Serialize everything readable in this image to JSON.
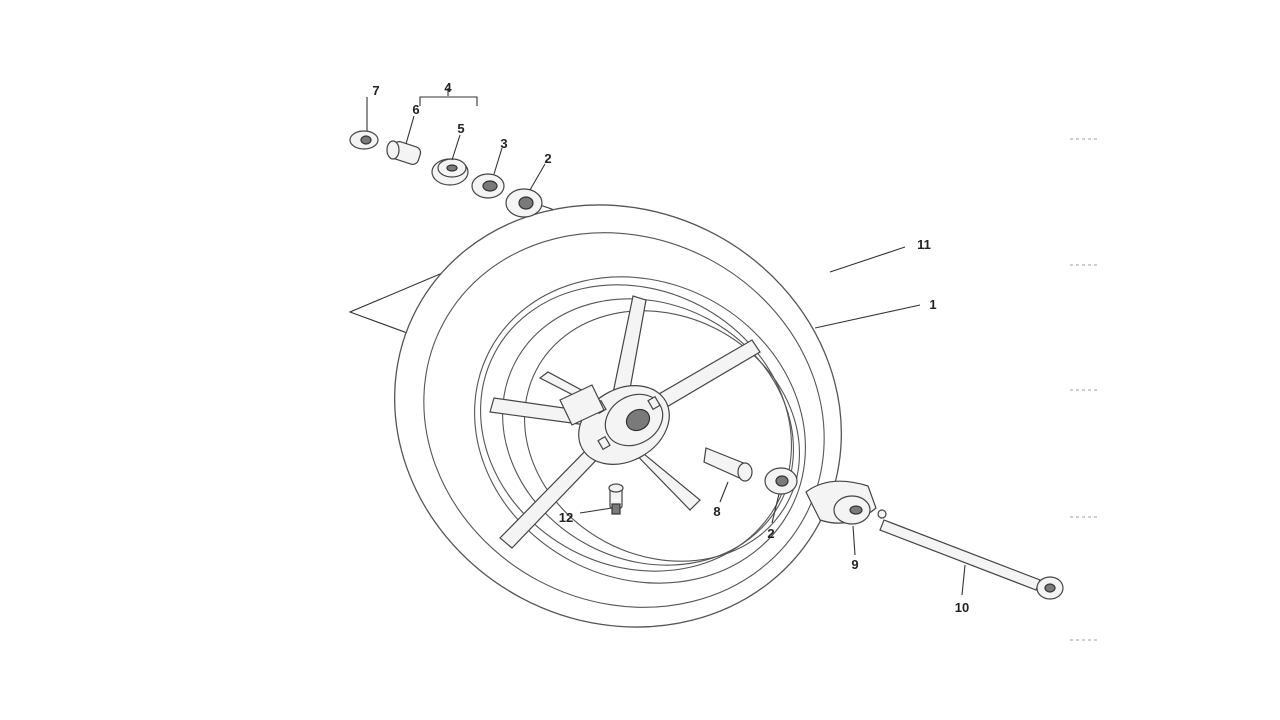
{
  "diagram": {
    "callouts": {
      "c1": "1",
      "c2a": "2",
      "c2b": "2",
      "c3": "3",
      "c4": "4",
      "c5": "5",
      "c6": "6",
      "c7": "7",
      "c8": "8",
      "c9": "9",
      "c10": "10",
      "c11": "11",
      "c12": "12"
    }
  }
}
